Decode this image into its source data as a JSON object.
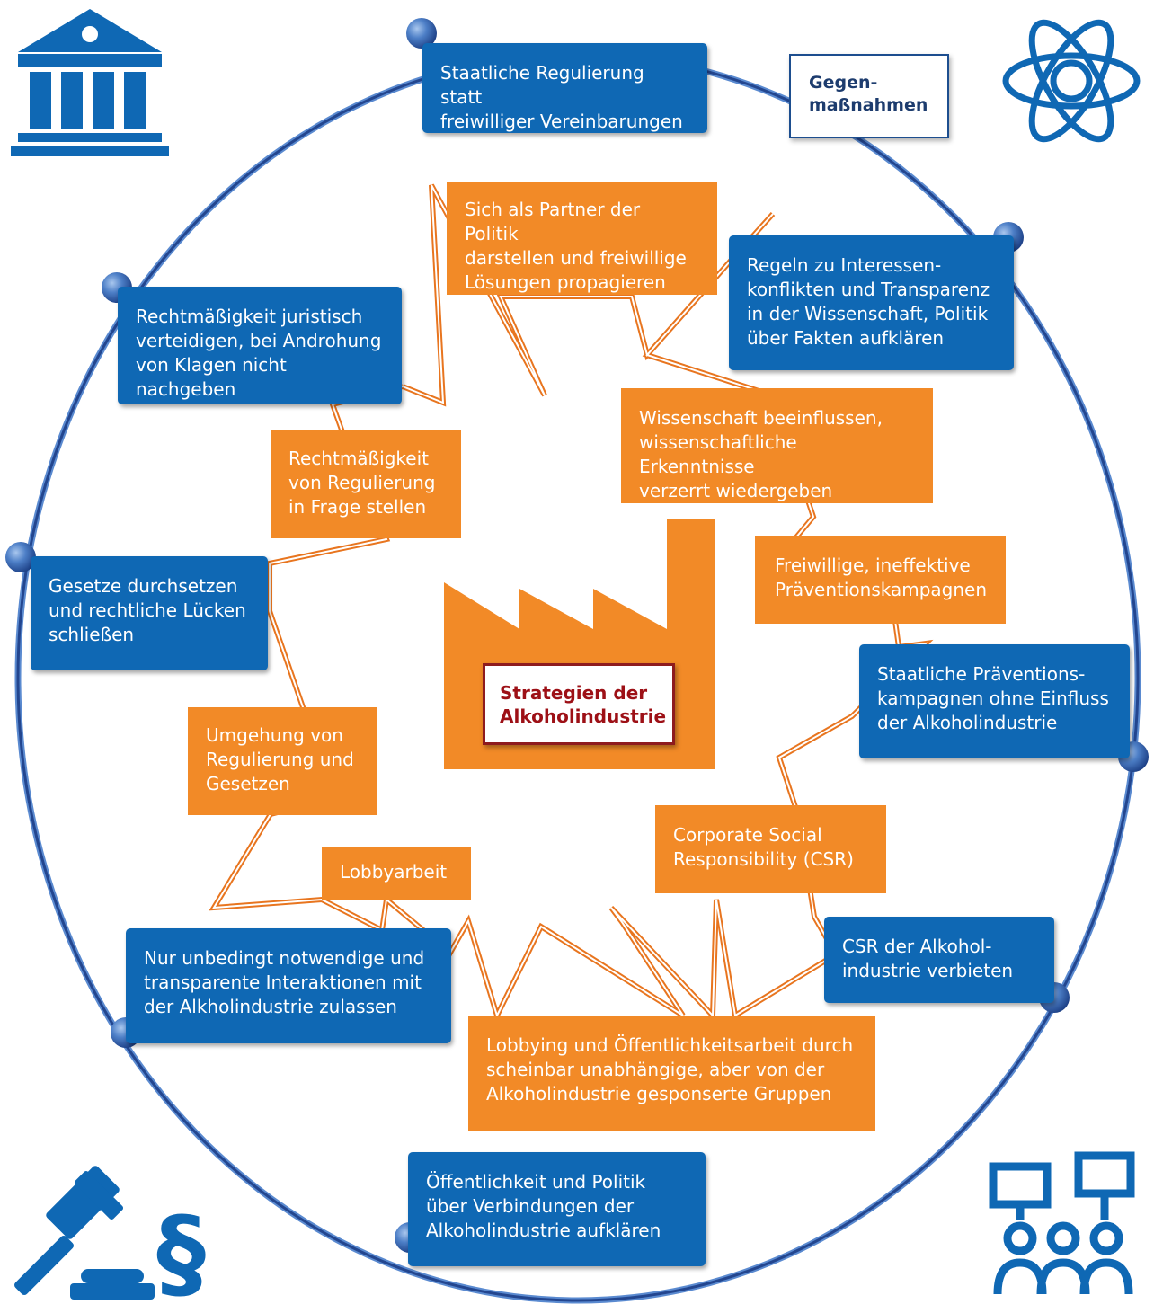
{
  "center": {
    "title": "Strategien der\nAlkoholindustrie"
  },
  "legend": {
    "countermeasures": "Gegen-\nmaßnahmen"
  },
  "strategies": [
    "Sich als Partner der Politik\ndarstellen und freiwillige\nLösungen propagieren",
    "Wissenschaft beeinflussen,\nwissenschaftliche Erkenntnisse\nverzerrt wiedergeben",
    "Freiwillige, ineffektive\nPräventionskampagnen",
    "Corporate Social\nResponsibility (CSR)",
    "Lobbying und Öffentlichkeitsarbeit durch\nscheinbar unabhängige, aber von der\nAlkoholindustrie gesponserte Gruppen",
    "Lobbyarbeit",
    "Umgehung von\nRegulierung und\nGesetzen",
    "Rechtmäßigkeit\nvon Regulierung\nin Frage stellen"
  ],
  "countermeasures": [
    "Staatliche Regulierung statt\nfreiwilliger Vereinbarungen",
    "Regeln zu Interessen-\nkonflikten und Transparenz\nin der Wissenschaft, Politik\nüber Fakten aufklären",
    "Staatliche Präventions-\nkampagnen ohne Einfluss\nder Alkoholindustrie",
    "CSR der Alkohol-\nindustrie verbieten",
    "Öffentlichkeit und Politik\nüber Verbindungen der\nAlkoholindustrie aufklären",
    "Nur unbedingt notwendige und\ntransparente Interaktionen mit\nder Alkholindustrie zulassen",
    "Gesetze durchsetzen\nund rechtliche Lücken\nschließen",
    "Rechtmäßigkeit juristisch\nverteidigen, bei Androhung\nvon Klagen nicht nachgeben"
  ],
  "icons": {
    "top_left": "government-building-icon",
    "top_right": "atom-icon",
    "bottom_left": "gavel-paragraph-icon",
    "bottom_right": "presentation-audience-icon"
  },
  "colors": {
    "strategy": "#f28a27",
    "countermeasure": "#0f68b4",
    "ring": "#2b5aa5",
    "connector": "#e8751f",
    "center_text": "#9d1016"
  }
}
